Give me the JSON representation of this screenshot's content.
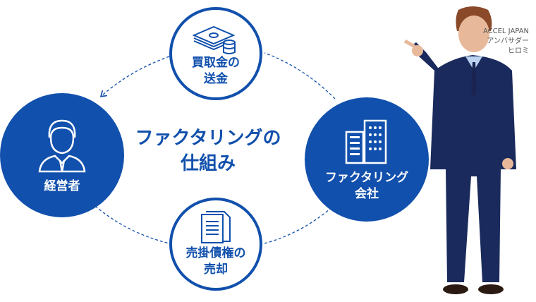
{
  "title": "ファクタリングの\n仕組み",
  "nodes": {
    "manager": "経営者",
    "company": "ファクタリング\n会社",
    "payment": "買取金の\n送金",
    "sale": "売掛債権の\n売却"
  },
  "ambassador": {
    "line1": "ACCEL JAPAN",
    "line2": "アンバサダー",
    "line3": "ヒロミ"
  },
  "colors": {
    "accent": "#1150ac"
  }
}
